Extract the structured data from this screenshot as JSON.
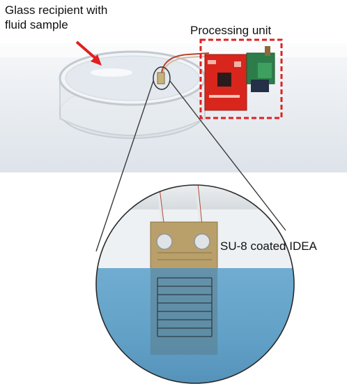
{
  "labels": {
    "glass_line1": "Glass recipient with",
    "glass_line2": "fluid sample",
    "processing_unit": "Processing unit",
    "sensor": "SU-8 coated IDEA"
  },
  "colors": {
    "annotation_red": "#e02020",
    "water_blue": "#5a9cc4",
    "board_red": "#d8261c"
  }
}
